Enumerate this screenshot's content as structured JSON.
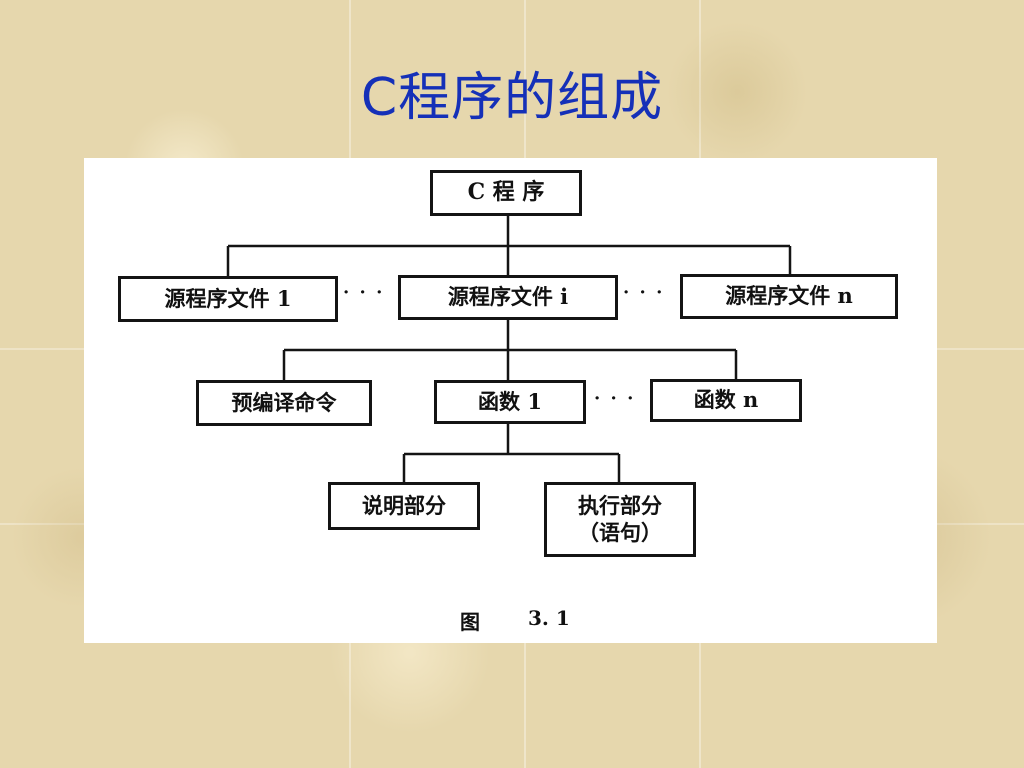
{
  "title": "C程序的组成",
  "diagram": {
    "root": "C 程 序",
    "source_files": [
      "源程序文件 1",
      "源程序文件 i",
      "源程序文件 n"
    ],
    "file_parts": [
      "预编译命令",
      "函数 1",
      "函数 n"
    ],
    "function_parts": [
      "说明部分",
      "执行部分"
    ],
    "function_parts_note": "（语句）",
    "ellipsis": "· · ·",
    "caption_label": "图",
    "caption_number": "3. 1"
  },
  "colors": {
    "title": "#1530b8",
    "line": "#141414",
    "panel": "#ffffff"
  }
}
